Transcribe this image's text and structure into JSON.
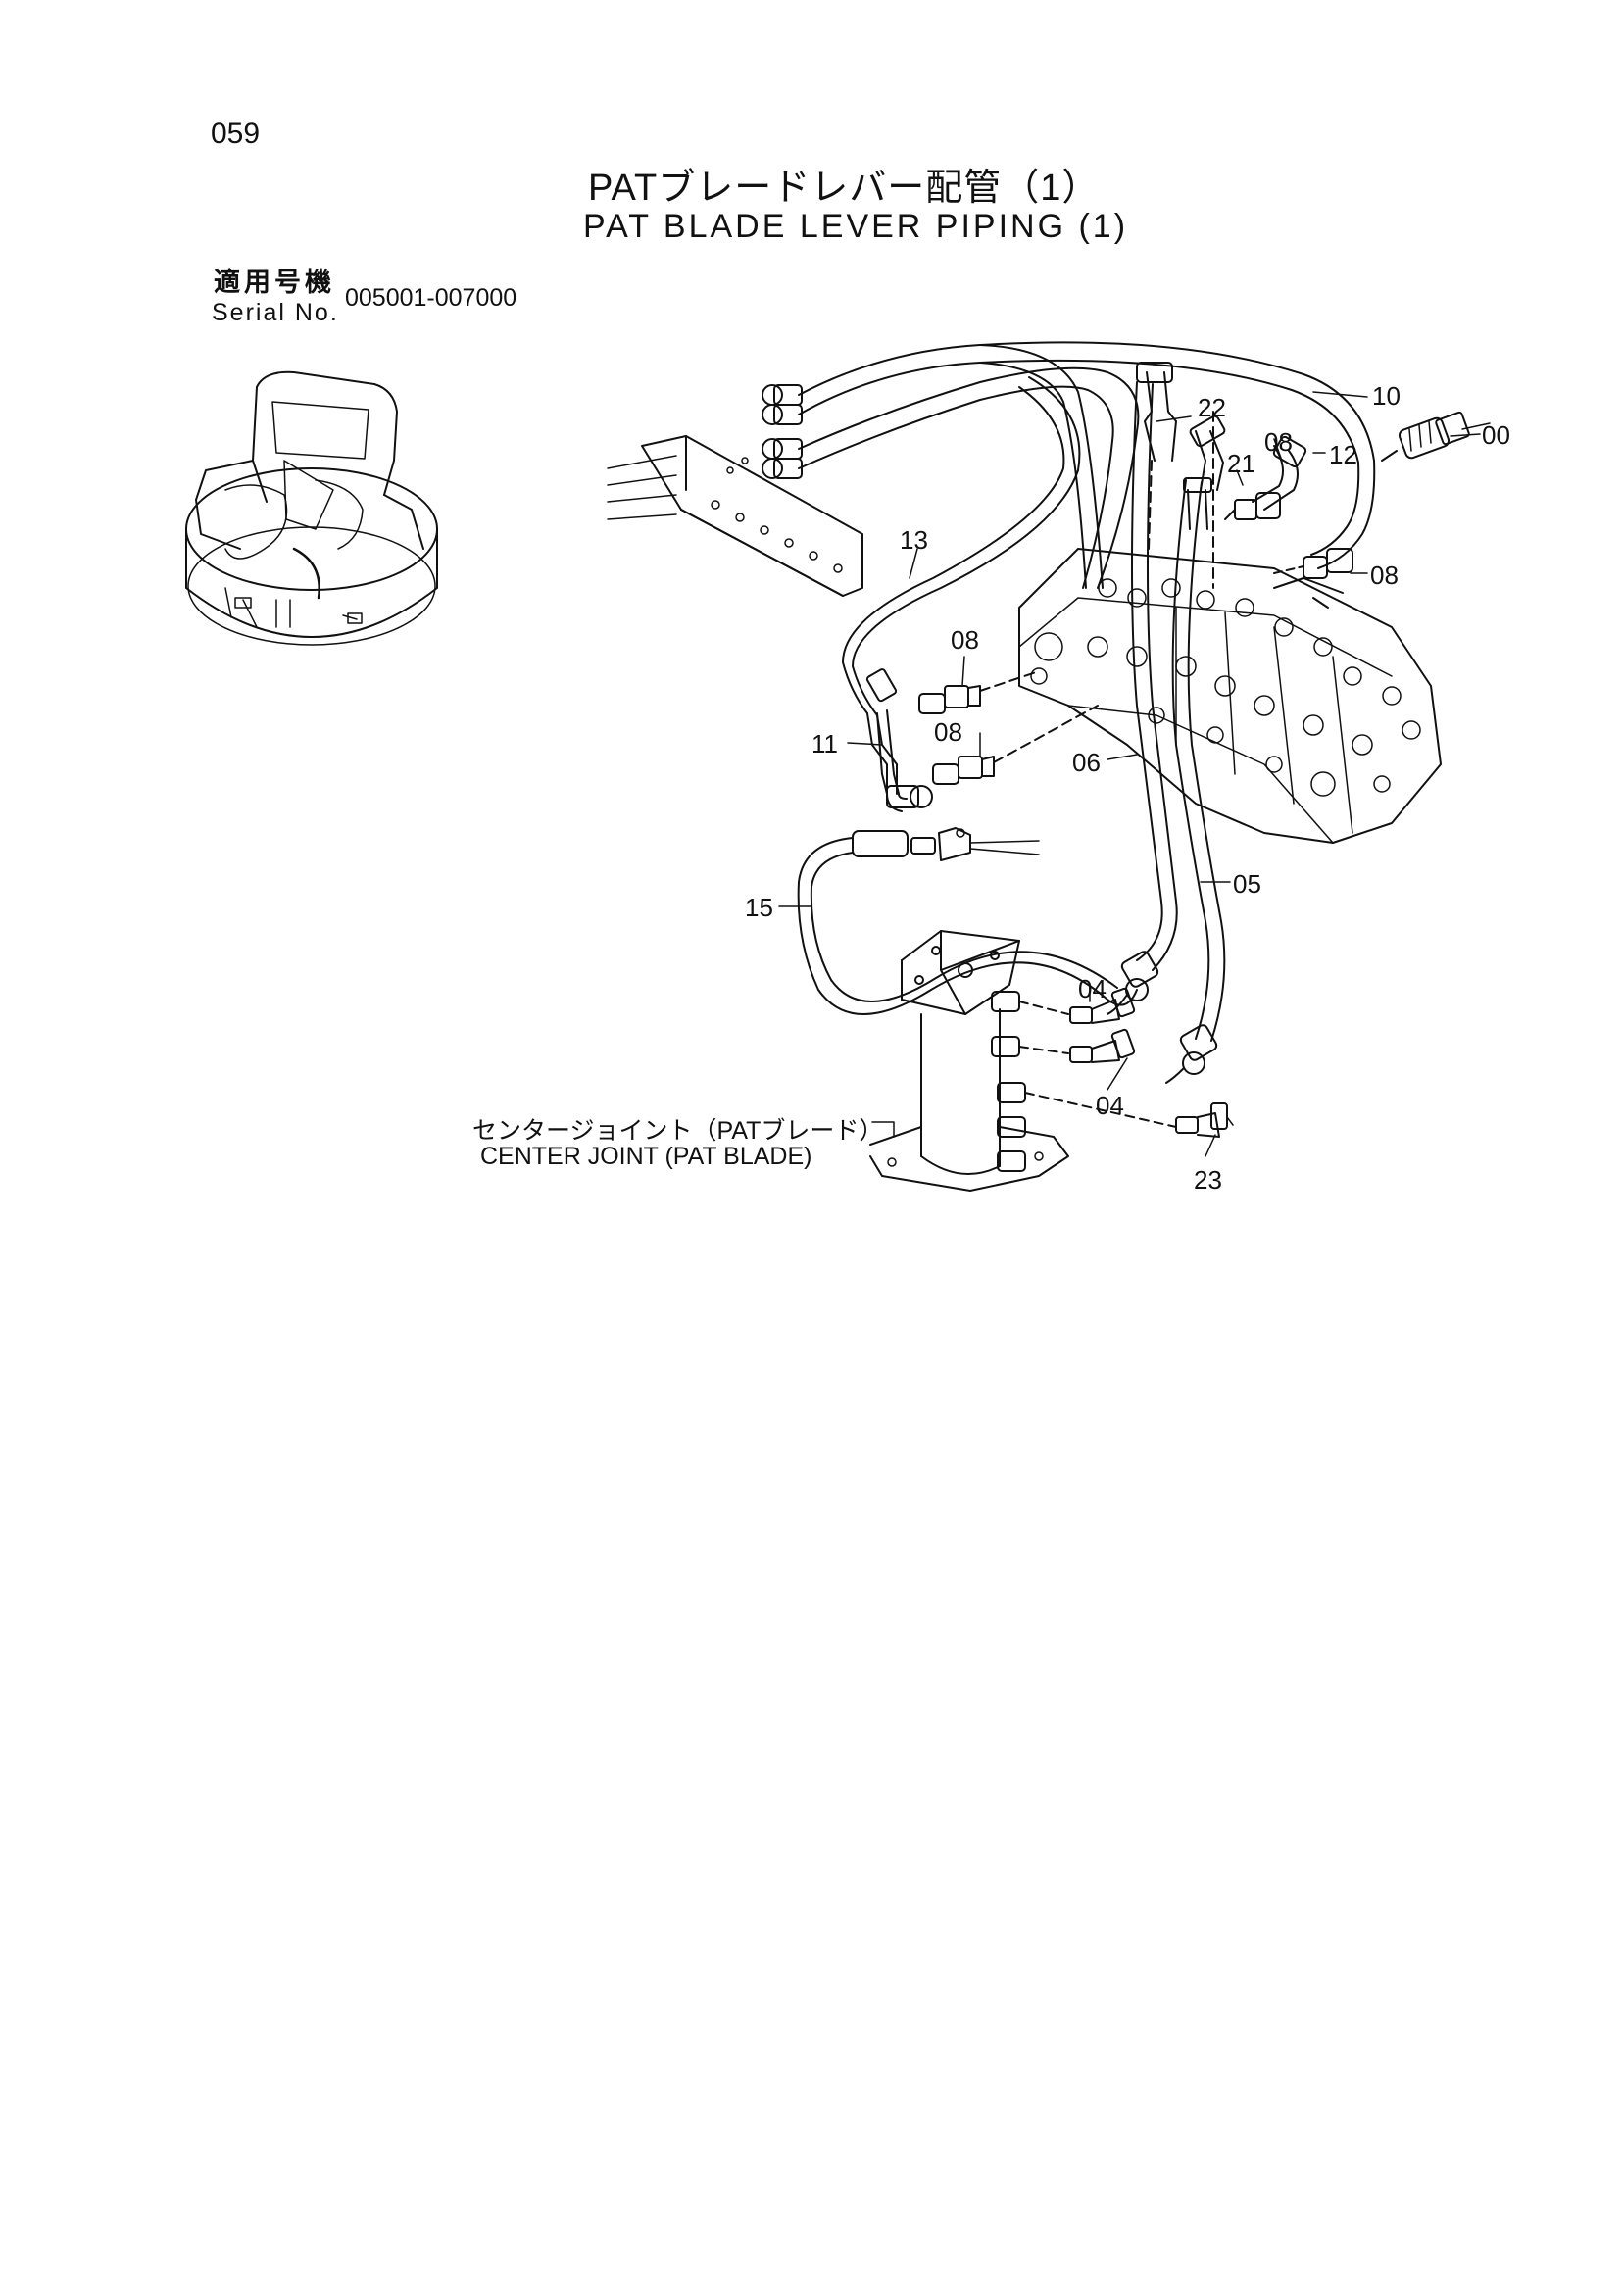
{
  "page_number": "059",
  "title": {
    "jp": "PATブレードレバー配管（1）",
    "en": "PAT BLADE LEVER PIPING (1)"
  },
  "serial": {
    "label_jp": "適用号機",
    "label_en": "Serial No.",
    "range": "005001-007000"
  },
  "center_joint": {
    "label_jp": "センタージョイント（PATブレード）",
    "label_en": "CENTER JOINT (PAT BLADE)"
  },
  "part_labels": {
    "p10": "10",
    "p00": "00",
    "p22": "22",
    "p08_top": "08",
    "p12": "12",
    "p21": "21",
    "p08_right": "08",
    "p13": "13",
    "p08_mid1": "08",
    "p08_mid2": "08",
    "p11": "11",
    "p06": "06",
    "p15": "15",
    "p05": "05",
    "p04_a": "04",
    "p04_b": "04",
    "p23": "23"
  }
}
